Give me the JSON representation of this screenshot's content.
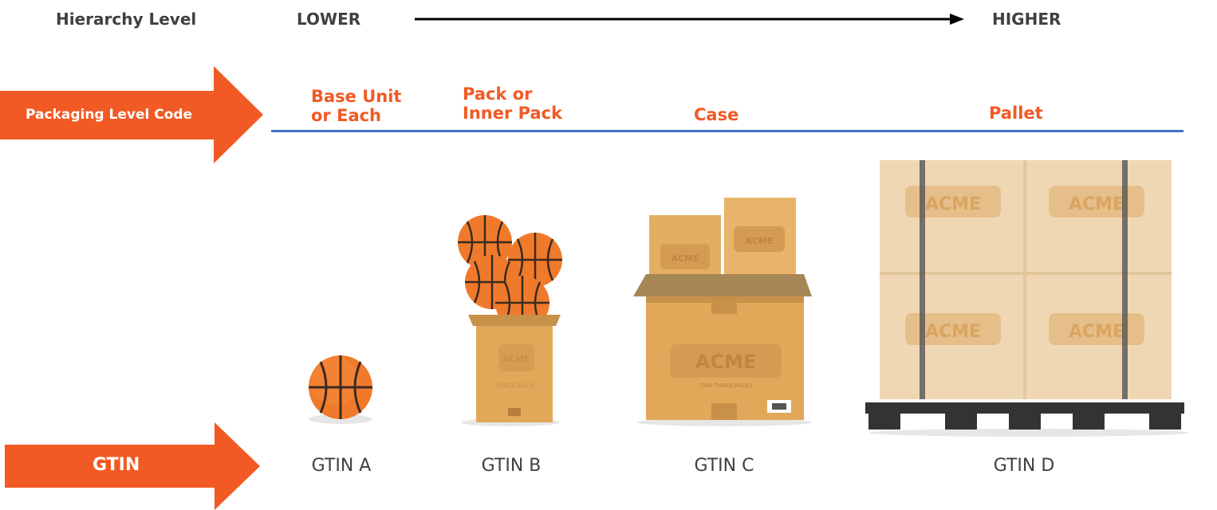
{
  "colors": {
    "accent": "#f15a24",
    "line": "#4472c4",
    "text": "#404040",
    "cardboard": "#e1a85a",
    "ball": "#f07a2a",
    "pallet": "#333333"
  },
  "hierarchy": {
    "label": "Hierarchy Level",
    "lower": "LOWER",
    "higher": "HIGHER"
  },
  "packaging_arrow": {
    "label": "Packaging Level Code"
  },
  "gtin_arrow": {
    "label": "GTIN"
  },
  "levels": [
    {
      "line1": "Base Unit",
      "line2": "or Each",
      "gtin": "GTIN A",
      "image": "basketball-icon"
    },
    {
      "line1": "Pack or",
      "line2": "Inner Pack",
      "gtin": "GTIN B",
      "image": "inner-pack-icon"
    },
    {
      "line1": "Case",
      "line2": "",
      "gtin": "GTIN C",
      "image": "case-box-icon"
    },
    {
      "line1": "Pallet",
      "line2": "",
      "gtin": "GTIN D",
      "image": "pallet-icon"
    }
  ],
  "brand": {
    "name": "ACME",
    "box_text": "THREE-PACK",
    "case_text": "TWO THREE PACKS"
  }
}
